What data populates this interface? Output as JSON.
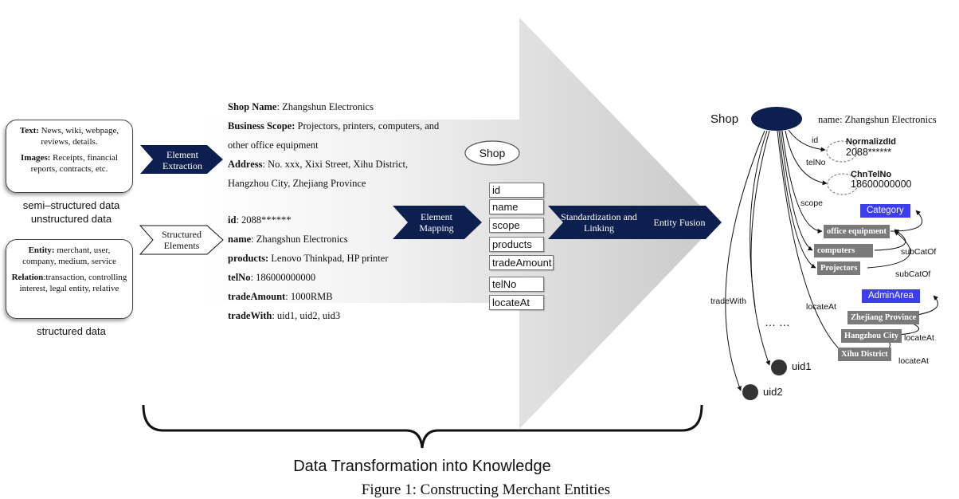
{
  "sources": {
    "unstructured": {
      "text_label": "Text:",
      "text_value": " News, wiki, webpage, reviews, details.",
      "images_label": "Images:",
      "images_value": " Receipts, financial reports, contracts, etc.",
      "caption_line1": "semi–structured data",
      "caption_line2": "unstructured data"
    },
    "structured": {
      "entity_label": "Entity:",
      "entity_value": " merchant, user, company, medium, service",
      "relation_label": "Relation",
      "relation_value": ":transaction, controlling interest, legal entity, relative",
      "caption": "structured data"
    }
  },
  "steps": {
    "element_extraction": "Element Extraction",
    "structured_elements": "Structured Elements",
    "element_mapping": "Element Mapping",
    "standardization": "Standardization and Linking",
    "entity_fusion": "Entity Fusion"
  },
  "extracted": {
    "shop_name_label": "Shop Name",
    "shop_name_value": ": Zhangshun Electronics",
    "scope_label": "Business Scope:",
    "scope_value_1": " Projectors, printers, computers, and",
    "scope_value_2": "other office equipment",
    "address_label": "Address",
    "address_value_1": ": No. xxx, Xixi Street, Xihu District,",
    "address_value_2": "Hangzhou City, Zhejiang Province"
  },
  "structured_fields": {
    "id_label": "id",
    "id_value": ": 2088******",
    "name_label": "name",
    "name_value": ": Zhangshun Electronics",
    "products_label": "products:",
    "products_value": " Lenovo Thinkpad, HP printer",
    "telno_label": "telNo",
    "telno_value": ":  186000000000",
    "trade_label": "tradeAmount",
    "trade_value": ": 1000RMB",
    "tradewith_label": "tradeWith",
    "tradewith_value": ": uid1, uid2, uid3"
  },
  "schema": {
    "class": "Shop",
    "fields": [
      "id",
      "name",
      "scope",
      "products",
      "tradeAmount",
      "telNo",
      "locateAt"
    ]
  },
  "graph": {
    "shop": "Shop",
    "name_prop": "name: Zhangshun Electronics",
    "normalized_id_label": "NormalizdId",
    "normalized_id_value": "2088******",
    "tel_label": "ChnTelNo",
    "tel_value": "18600000000",
    "edge_id": "id",
    "edge_telno": "telNo",
    "edge_scope": "scope",
    "edge_tradewith": "tradeWith",
    "edge_locateat": "locateAt",
    "category": "Category",
    "office_equipment": "office equipment",
    "computers": "computers",
    "projectors": "Projectors",
    "subcatof_1": "subCatOf",
    "subcatof_2": "subCatOf",
    "admin_area": "AdminArea",
    "zhejiang": "Zhejiang Province",
    "hangzhou": "Hangzhou City",
    "xihu": "Xihu District",
    "locateat_1": "locateAt",
    "locateat_2": "locateAt",
    "ellipsis": "… …",
    "uid1": "uid1",
    "uid2": "uid2"
  },
  "bottom": {
    "summary": "Data Transformation into Knowledge",
    "figure_caption": "Figure 1: Constructing Merchant Entities"
  },
  "colors": {
    "navy": "#0d1f4e",
    "node_dark": "#333333",
    "gray_label": "#7a7a7a",
    "blue_label": "#3d3df0"
  }
}
